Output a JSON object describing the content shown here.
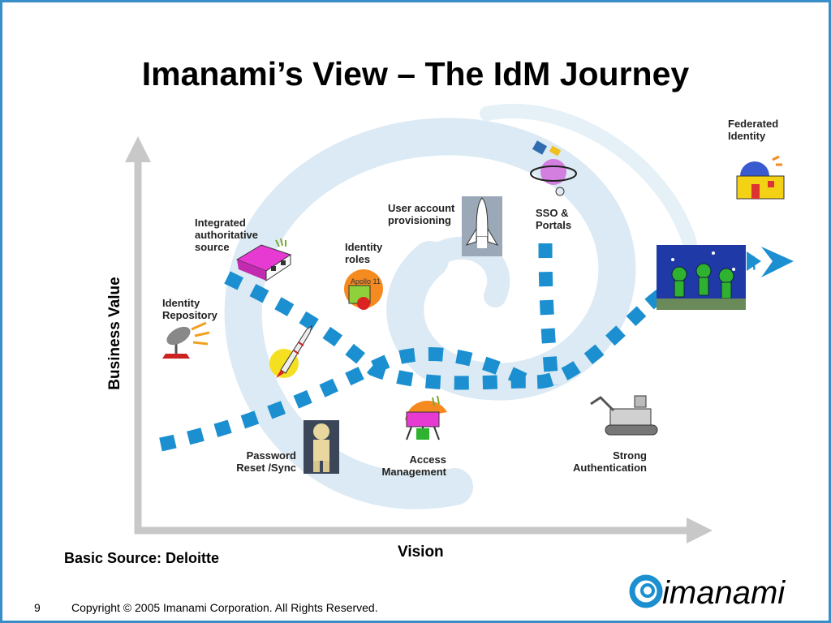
{
  "slide": {
    "title": "Imanami’s View – The IdM Journey",
    "axis_y_label": "Business Value",
    "axis_x_label": "Vision",
    "source": "Basic Source: Deloitte",
    "page_number": "9",
    "copyright": "Copyright © 2005 Imanami Corporation. All Rights Reserved.",
    "logo_text": "imanami"
  },
  "milestones": {
    "identity_repository": "Identity\nRepository",
    "integrated_source": "Integrated\nauthoritative\nsource",
    "identity_roles": "Identity\nroles",
    "user_provisioning": "User account\nprovisioning",
    "sso_portals": "SSO &\nPortals",
    "federated_identity": "Federated\nIdentity",
    "password_reset": "Password\nReset /Sync",
    "access_management": "Access\nManagement",
    "strong_authentication": "Strong\nAuthentication"
  },
  "clipart_text": {
    "apollo": "Apollo 11"
  },
  "colors": {
    "frame": "#3a8ec8",
    "path": "#1b8fd0",
    "axis": "#c8c8c8",
    "swirl": "#dbeaf4"
  }
}
